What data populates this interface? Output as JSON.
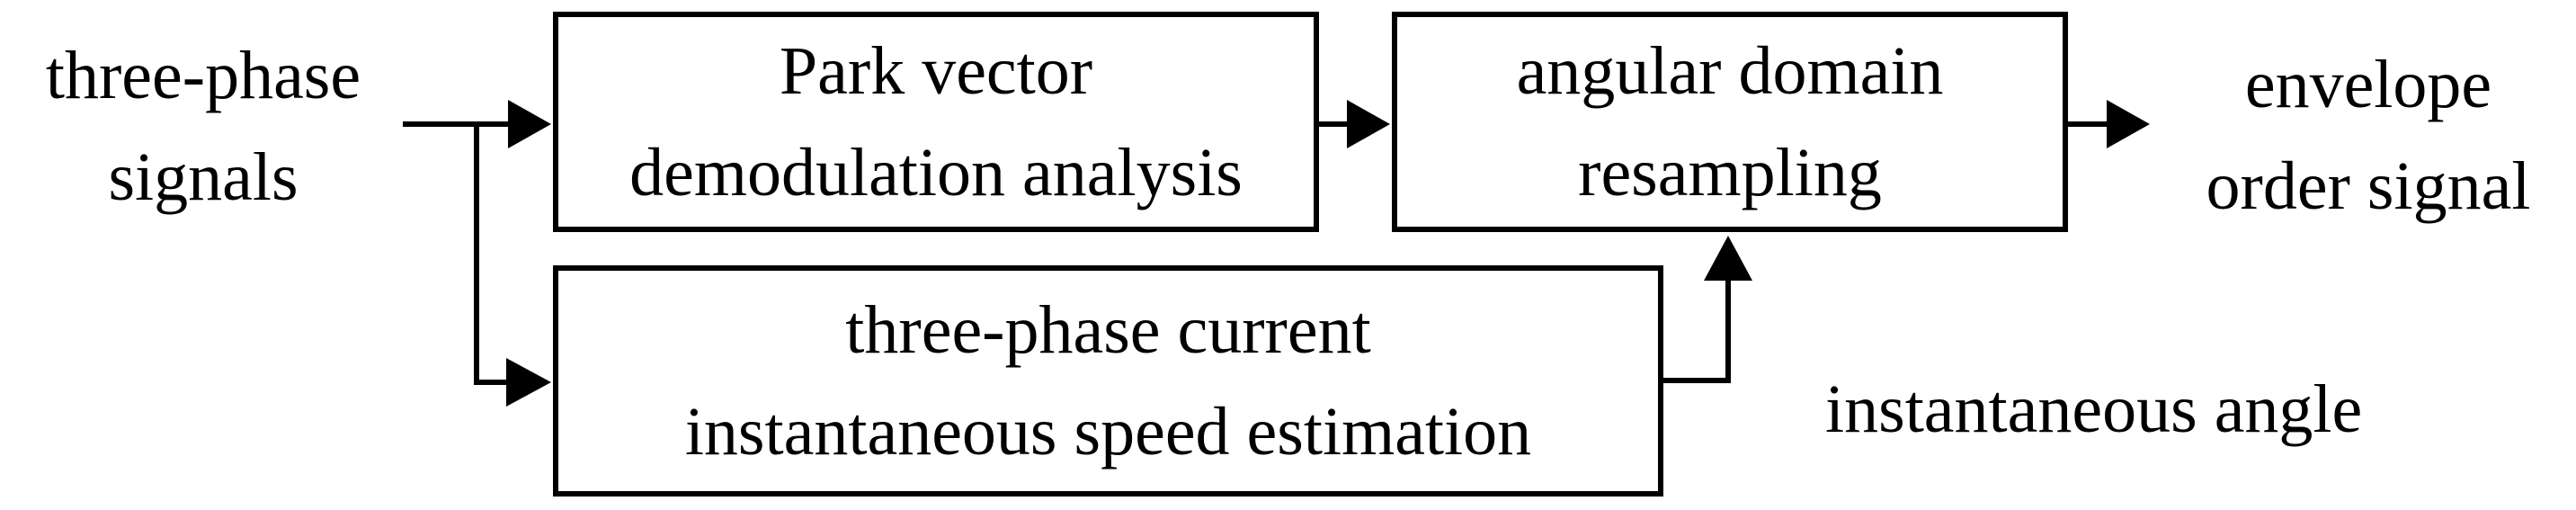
{
  "diagram": {
    "source_label": {
      "line1": "three-phase",
      "line2": "signals"
    },
    "boxes": {
      "park_vector": {
        "line1": "Park vector",
        "line2": "demodulation analysis"
      },
      "angular_resampling": {
        "line1": "angular domain",
        "line2": "resampling"
      },
      "speed_estimation": {
        "line1": "three-phase current",
        "line2": "instantaneous speed estimation"
      }
    },
    "output_label": {
      "line1": "envelope",
      "line2": "order signal"
    },
    "angle_label": "instantaneous angle",
    "colors": {
      "line": "#000000",
      "text": "#000000",
      "box_fill": "#ffffff",
      "background": "#ffffff"
    }
  }
}
